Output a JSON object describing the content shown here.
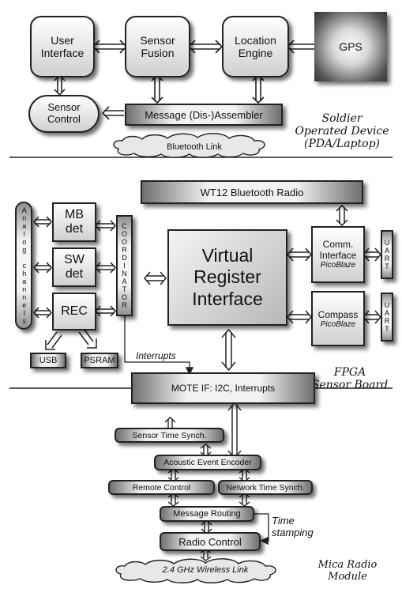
{
  "top": {
    "user_interface": "User\nInterface",
    "sensor_fusion": "Sensor\nFusion",
    "location_engine": "Location\nEngine",
    "gps": "GPS",
    "sensor_control": "Sensor\nControl",
    "message_assembler": "Message (Dis-)Assembler",
    "caption": "Soldier\nOperated Device\n(PDA/Laptop)",
    "bluetooth_link": "Bluetooth Link"
  },
  "fpga": {
    "wt12": "WT12 Bluetooth Radio",
    "analog_channels": "Analog channels",
    "mb_det": "MB\ndet",
    "sw_det": "SW\ndet",
    "rec": "REC",
    "coordinator": "COORDINATOR",
    "usb": "USB",
    "psram": "PSRAM",
    "vri": "Virtual\nRegister\nInterface",
    "comm_interface": "Comm.\nInterface",
    "comm_pico": "PicoBlaze",
    "compass": "Compass",
    "compass_pico": "PicoBlaze",
    "uart1": "UART",
    "uart2": "UART",
    "interrupts": "Interrupts",
    "caption": "FPGA\nSensor Board"
  },
  "mote": {
    "mote_if": "MOTE IF: I2C, Interrupts",
    "sensor_time_sync": "Sensor Time Synch.",
    "acoustic_encoder": "Acoustic Event Encoder",
    "remote_control": "Remote Control",
    "network_time_sync": "Network Time Synch.",
    "message_routing": "Message Routing",
    "radio_control": "Radio Control",
    "time_stamping": "Time\nstamping",
    "wireless_link": "2.4 GHz Wireless Link",
    "caption": "Mica Radio\nModule"
  }
}
